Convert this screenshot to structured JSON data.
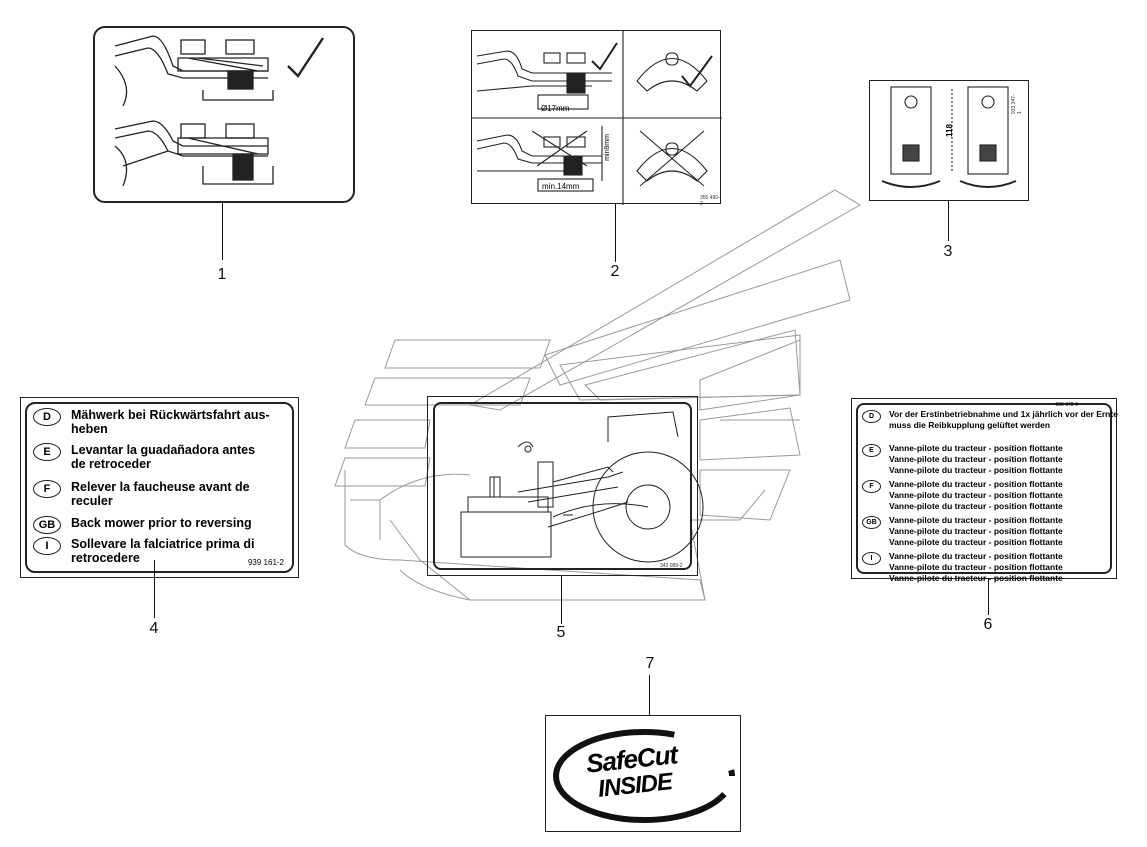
{
  "callouts": [
    "1",
    "2",
    "3",
    "4",
    "5",
    "6",
    "7"
  ],
  "decal2": {
    "dim_diameter": "Ø17mm",
    "dim_min_length": "min.14mm",
    "dim_min_height": "min8mm",
    "part_code": "355 490-2"
  },
  "decal3": {
    "dim": "118",
    "part_code": "933 347-1"
  },
  "decal4": {
    "rows": [
      {
        "lang": "D",
        "text": "Mähwerk bei Rückwärtsfahrt aus-heben"
      },
      {
        "lang": "E",
        "text": "Levantar la guadañadora antes de retroceder"
      },
      {
        "lang": "F",
        "text": "Relever la faucheuse avant de reculer"
      },
      {
        "lang": "GB",
        "text": "Back mower prior to reversing"
      },
      {
        "lang": "I",
        "text": "Sollevare la falciatrice prima di retrocedere"
      }
    ],
    "part_code": "939 161-2"
  },
  "decal5": {
    "part_code": "342 089-2"
  },
  "decal6": {
    "part_code": "939 378-0",
    "rows": [
      {
        "lang": "D",
        "text": "Vor der Erstinbetriebnahme und 1x jährlich vor der Ernte muss die Reibkupplung gelüftet werden"
      },
      {
        "lang": "E",
        "text": "Vanne-pilote du tracteur - position flottante Vanne-pilote du tracteur - position flottante Vanne-pilote du tracteur - position flottante"
      },
      {
        "lang": "F",
        "text": "Vanne-pilote du tracteur - position flottante Vanne-pilote du tracteur - position flottante Vanne-pilote du tracteur - position flottante"
      },
      {
        "lang": "GB",
        "text": "Vanne-pilote du tracteur - position flottante Vanne-pilote du tracteur - position flottante Vanne-pilote du tracteur - position flottante"
      },
      {
        "lang": "I",
        "text": "Vanne-pilote du tracteur - position flottante Vanne-pilote du tracteur - position flottante Vanne-pilote du tracteur - position flottante"
      }
    ]
  },
  "decal7": {
    "line1": "SafeCut",
    "line2": "INSIDE"
  }
}
